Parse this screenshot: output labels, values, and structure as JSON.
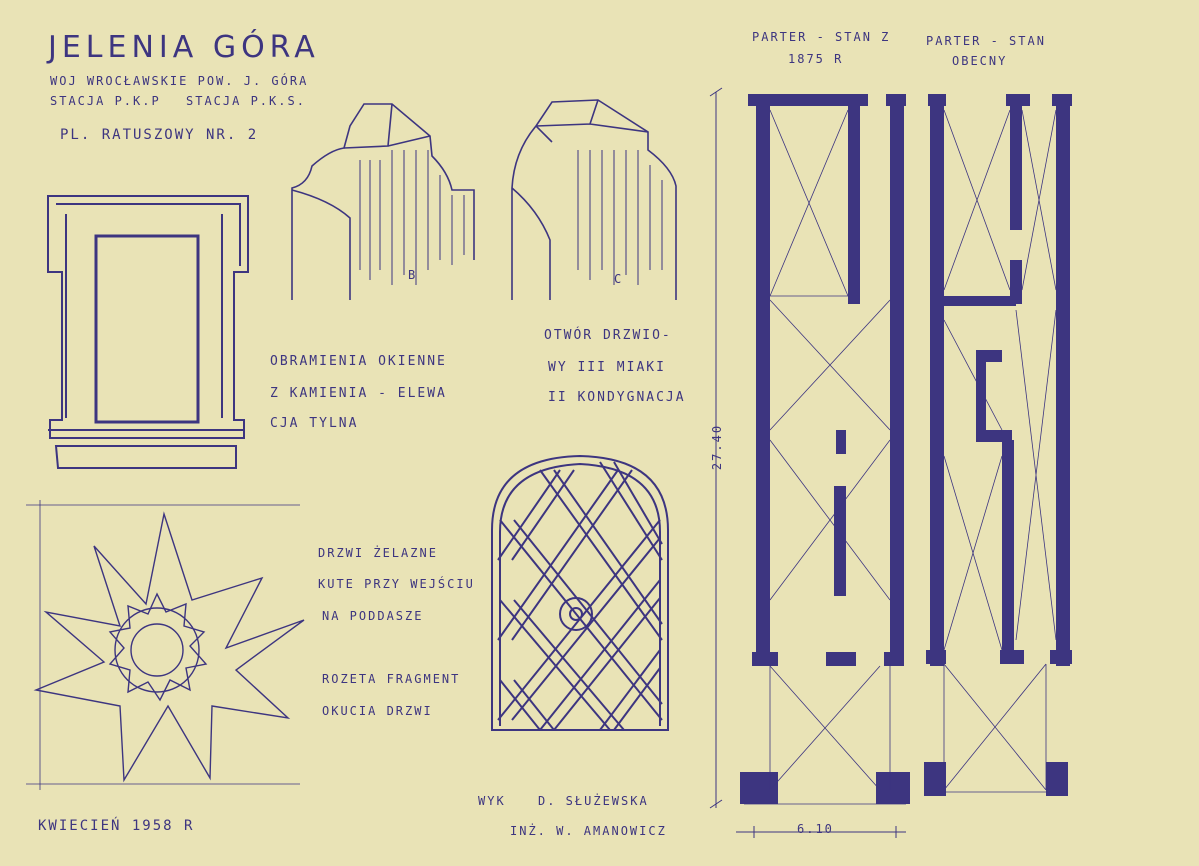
{
  "header": {
    "title": "JELENIA GÓRA",
    "line1": "WOJ WROCŁAWSKIE POW. J. GÓRA",
    "line2a": "STACJA P.K.P",
    "line2b": "STACJA P.K.S.",
    "line3": "PL. RATUSZOWY NR. 2"
  },
  "labels": {
    "detail_b": "B",
    "detail_c": "C",
    "plan_1875_a": "PARTER - STAN Z",
    "plan_1875_b": "1875 R",
    "plan_now_a": "PARTER - STAN",
    "plan_now_b": "OBECNY",
    "dim_height": "27.40",
    "dim_width": "6.10"
  },
  "notes": {
    "window_1": "OBRAMIENIA OKIENNE",
    "window_2": "Z KAMIENIA - ELEWA",
    "window_3": "CJA TYLNA",
    "door_1": "OTWÓR DRZWIO-",
    "door_2": "WY III MIAKI",
    "door_3": "II KONDYGNACJA",
    "iron_1": "DRZWI ŻELAZNE",
    "iron_2": "KUTE PRZY WEJŚCIU",
    "iron_3": "NA PODDASZE",
    "rose_1": "ROZETA FRAGMENT",
    "rose_2": "OKUCIA DRZWI"
  },
  "footer": {
    "date": "KWIECIEŃ 1958 R",
    "author_label": "WYK",
    "author": "D. SŁUŻEWSKA",
    "engineer": "INŻ. W. AMANOWICZ"
  },
  "colors": {
    "paper": "#e9e3b6",
    "ink": "#3d3580"
  }
}
